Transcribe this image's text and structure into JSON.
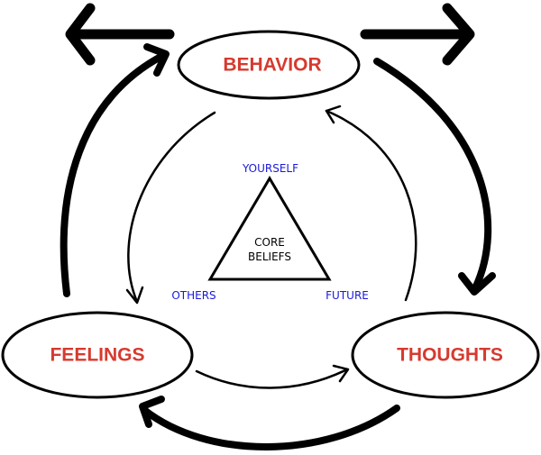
{
  "nodes": {
    "behavior": "BEHAVIOR",
    "feelings": "FEELINGS",
    "thoughts": "THOUGHTS"
  },
  "core": {
    "line1": "CORE",
    "line2": "BELIEFS"
  },
  "vertices": {
    "top": "YOURSELF",
    "left": "OTHERS",
    "right": "FUTURE"
  },
  "colors": {
    "node_text": "#d63a2f",
    "vertex_text": "#1a1adb",
    "stroke": "#000000"
  }
}
